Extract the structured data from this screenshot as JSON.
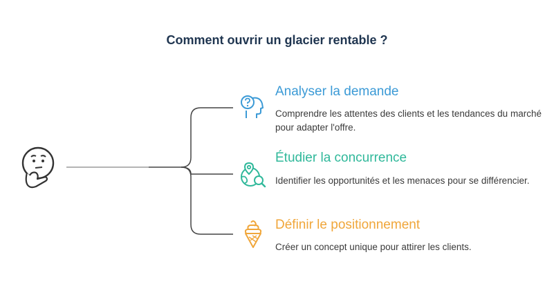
{
  "title": "Comment ouvrir un glacier rentable ?",
  "colors": {
    "line": "#444444",
    "blue": "#3b9ad6",
    "green": "#2fb89a",
    "orange": "#f0a63a",
    "title": "#1f3550"
  },
  "branches": [
    {
      "title": "Analyser la demande",
      "description": "Comprendre les attentes des clients et les tendances du marché pour adapter l'offre.",
      "icon": "question-head-icon",
      "color": "#3b9ad6"
    },
    {
      "title": "Étudier la concurrence",
      "description": "Identifier les opportunités et les menaces pour se différencier.",
      "icon": "location-search-icon",
      "color": "#2fb89a"
    },
    {
      "title": "Définir le positionnement",
      "description": "Créer un concept unique pour attirer les clients.",
      "icon": "ice-cream-icon",
      "color": "#f0a63a"
    }
  ]
}
